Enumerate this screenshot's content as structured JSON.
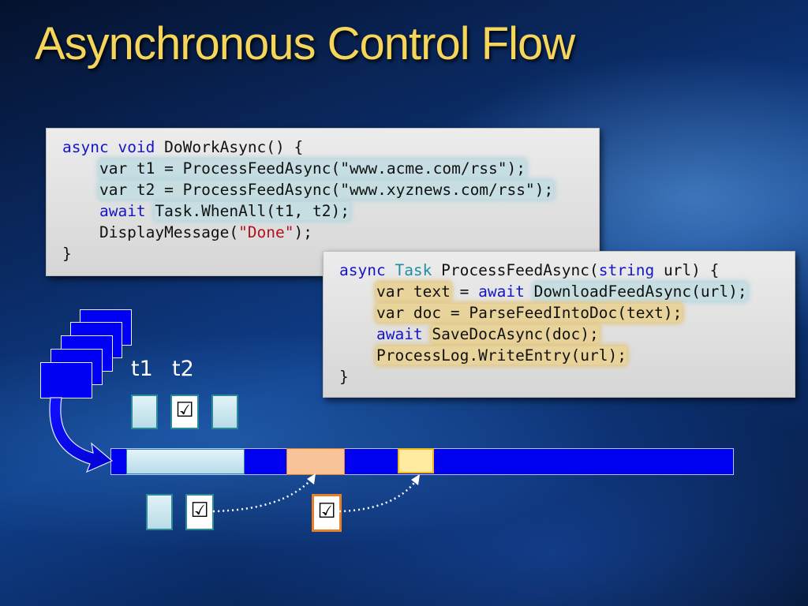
{
  "slide": {
    "title": "Asynchronous Control Flow"
  },
  "code_block_1": {
    "lines": [
      [
        {
          "t": "async",
          "c": "kw-blue"
        },
        {
          "t": " "
        },
        {
          "t": "void",
          "c": "kw-blue"
        },
        {
          "t": " DoWorkAsync() {"
        }
      ],
      [
        {
          "t": "    "
        },
        {
          "t": "var t1 = ProcessFeedAsync(\"www.acme.com/rss\");",
          "h": "hl-teal"
        }
      ],
      [
        {
          "t": "    "
        },
        {
          "t": "var t2 = ProcessFeedAsync(\"www.xyznews.com/rss\");",
          "h": "hl-teal"
        }
      ],
      [
        {
          "t": "    "
        },
        {
          "t": "await",
          "c": "kw-blue"
        },
        {
          "t": " "
        },
        {
          "t": "Task.WhenAll(t1, t2);",
          "h": "hl-teal"
        }
      ],
      [
        {
          "t": "    DisplayMessage("
        },
        {
          "t": "\"Done\"",
          "c": "str-red"
        },
        {
          "t": ");"
        }
      ],
      [
        {
          "t": "}"
        }
      ]
    ]
  },
  "code_block_2": {
    "lines": [
      [
        {
          "t": "async",
          "c": "kw-blue"
        },
        {
          "t": " "
        },
        {
          "t": "Task",
          "c": "kw-teal"
        },
        {
          "t": " ProcessFeedAsync("
        },
        {
          "t": "string",
          "c": "kw-blue"
        },
        {
          "t": " url) {"
        }
      ],
      [
        {
          "t": "    "
        },
        {
          "t": "var text",
          "h": "hl-gold"
        },
        {
          "t": " = "
        },
        {
          "t": "await",
          "c": "kw-blue"
        },
        {
          "t": " "
        },
        {
          "t": "DownloadFeedAsync(url);",
          "h": "hl-teal"
        }
      ],
      [
        {
          "t": "    "
        },
        {
          "t": "var doc = ParseFeedIntoDoc(text);",
          "h": "hl-gold"
        }
      ],
      [
        {
          "t": "    "
        },
        {
          "t": "await",
          "c": "kw-blue"
        },
        {
          "t": " "
        },
        {
          "t": "SaveDocAsync(doc);",
          "h": "hl-gold"
        }
      ],
      [
        {
          "t": "    "
        },
        {
          "t": "ProcessLog.WriteEntry(url);",
          "h": "hl-gold"
        }
      ],
      [
        {
          "t": "}"
        }
      ]
    ]
  },
  "diagram": {
    "task_labels": [
      "t1",
      "t2"
    ],
    "check_glyph": "☑",
    "colors": {
      "message_blue": "#0000f2",
      "timeline_blue": "#0000f0",
      "task_light_blue": "#c8e6f0",
      "orange_segment": "#f9c49a",
      "yellow_segment": "#ffeaa0",
      "orange_border": "#e8802a",
      "yellow_border": "#f0b818"
    }
  }
}
